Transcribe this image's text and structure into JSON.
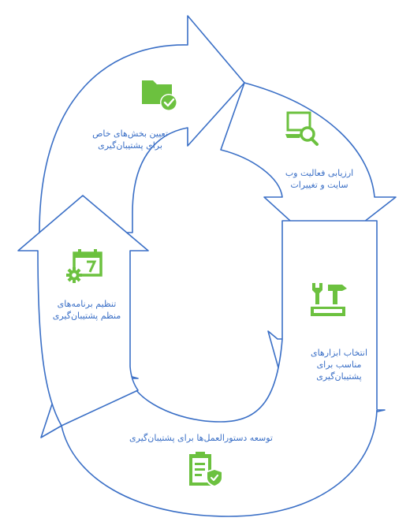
{
  "colors": {
    "outline": "#3a6fc6",
    "icon": "#6cc13f",
    "text": "#3a6fc6"
  },
  "steps": [
    {
      "id": "determine-sections",
      "icon": "folder-check-icon",
      "label": "تعیین بخش‌های خاص\nبرای پشتیبان‌گیری"
    },
    {
      "id": "evaluate-activity",
      "icon": "screen-search-icon",
      "label": "ارزیابی فعالیت وب\nسایت و تغییرات"
    },
    {
      "id": "select-tools",
      "icon": "tools-icon",
      "label": "انتخاب ابزارهای\nمناسب برای\nپشتیبان‌گیری"
    },
    {
      "id": "develop-procedures",
      "icon": "clipboard-shield-icon",
      "label": "توسعه دستورالعمل‌ها برای پشتیبان‌گیری"
    },
    {
      "id": "schedule-backups",
      "icon": "calendar-gear-icon",
      "label": "تنظیم برنامه‌های\nمنظم پشتیبان‌گیری"
    }
  ]
}
